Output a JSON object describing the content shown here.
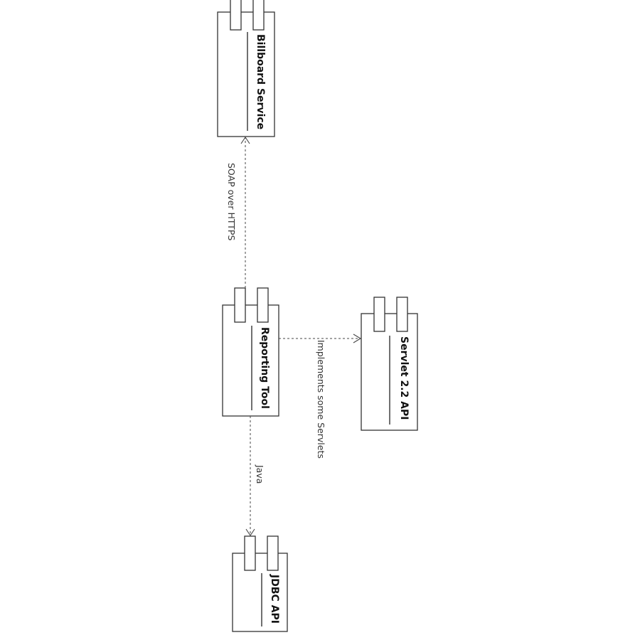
{
  "components": {
    "billboard_service": {
      "label": "Billboard Service"
    },
    "reporting_tool": {
      "label": "Reporting Tool"
    },
    "servlet_api": {
      "label": "Servlet 2.2 API"
    },
    "jdbc_api": {
      "label": "JDBC API"
    }
  },
  "dependencies": {
    "soap": {
      "label": "SOAP over HTTPS"
    },
    "servlets": {
      "label": "Implements some Servlets"
    },
    "java": {
      "label": "Java"
    }
  },
  "colors": {
    "line": "#444444",
    "box_stroke": "#333333",
    "background": "#ffffff"
  }
}
